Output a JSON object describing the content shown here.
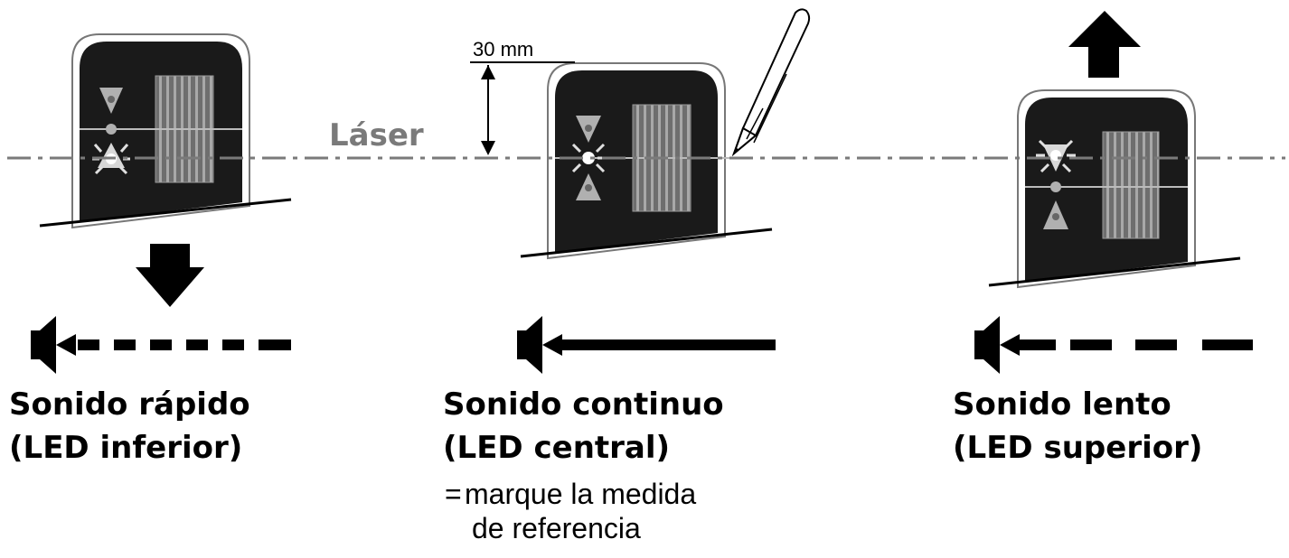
{
  "laser": {
    "label": "Láser",
    "color": "#7a7a7a"
  },
  "dimension": {
    "label": "30 mm"
  },
  "panels": [
    {
      "id": "left",
      "title": "Sonido rápido",
      "subtitle": "(LED inferior)",
      "lit_led": "lower",
      "move_direction": "down",
      "sound_pattern": "short-dashes"
    },
    {
      "id": "center",
      "title": "Sonido continuo",
      "subtitle": "(LED central)",
      "lit_led": "center",
      "move_direction": "none",
      "sound_pattern": "continuous",
      "note_line1": "marque la medida",
      "note_line2": "de referencia",
      "note_prefix": "="
    },
    {
      "id": "right",
      "title": "Sonido lento",
      "subtitle": "(LED superior)",
      "lit_led": "upper",
      "move_direction": "up",
      "sound_pattern": "long-dashes"
    }
  ],
  "colors": {
    "device_body": "#1a1a1a",
    "receiver_window": "#8a8a8a",
    "led": "#b0b0b0",
    "text": "#000000"
  },
  "icons": {
    "sound": "speaker-icon",
    "down": "arrow-down-icon",
    "up": "arrow-up-icon",
    "pencil": "pencil-icon"
  }
}
